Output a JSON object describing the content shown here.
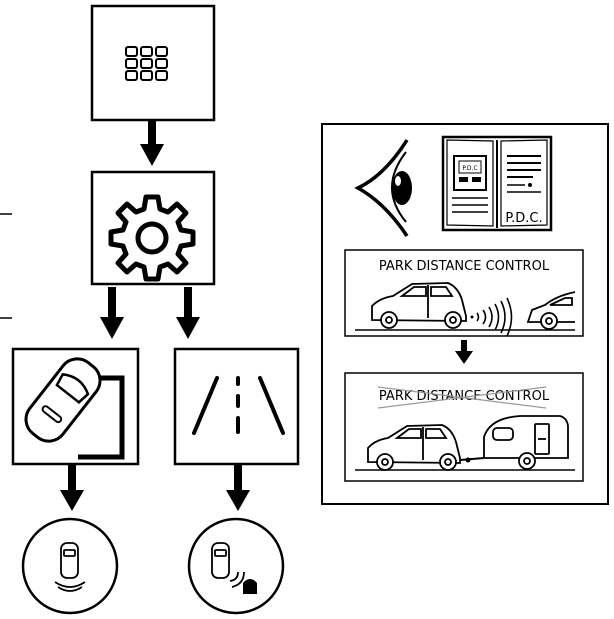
{
  "panel": {
    "book_cover_label": "P.D.C.",
    "book_device_label": "P.D.C",
    "heading_on": "PARK DISTANCE CONTROL",
    "heading_off": "PARK DISTANCE CONTROL",
    "heading_off_crossed": true
  },
  "flow": {
    "steps": [
      "menu-grid",
      "settings-gear",
      "parking-mode",
      "lane-mode"
    ],
    "results": [
      "parking-sensor-rear",
      "parking-sensor-obstacle"
    ]
  }
}
